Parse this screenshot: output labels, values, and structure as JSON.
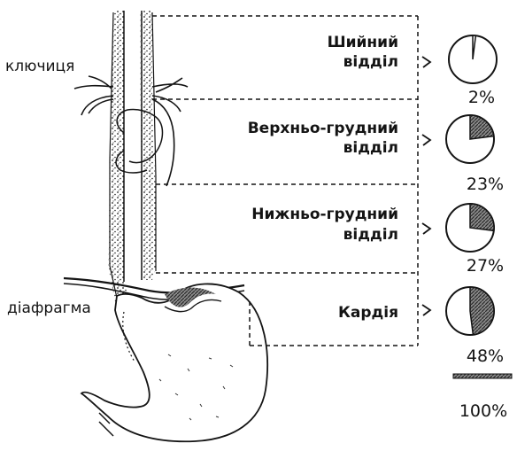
{
  "labels": {
    "clavicle": "ключиця",
    "diaphragm": "діафрагма"
  },
  "sections": [
    {
      "line1": "Шийний",
      "line2": "відділ",
      "percent_label": "2%",
      "percent": 2
    },
    {
      "line1": "Верхньо-грудний",
      "line2": "відділ",
      "percent_label": "23%",
      "percent": 23
    },
    {
      "line1": "Нижньо-грудний",
      "line2": "відділ",
      "percent_label": "27%",
      "percent": 27
    },
    {
      "line1": "",
      "line2": "Кардія",
      "percent_label": "48%",
      "percent": 48
    }
  ],
  "total_label": "100%",
  "colors": {
    "ink": "#141414",
    "shade": "#3a3a3a",
    "paper": "#ffffff"
  }
}
